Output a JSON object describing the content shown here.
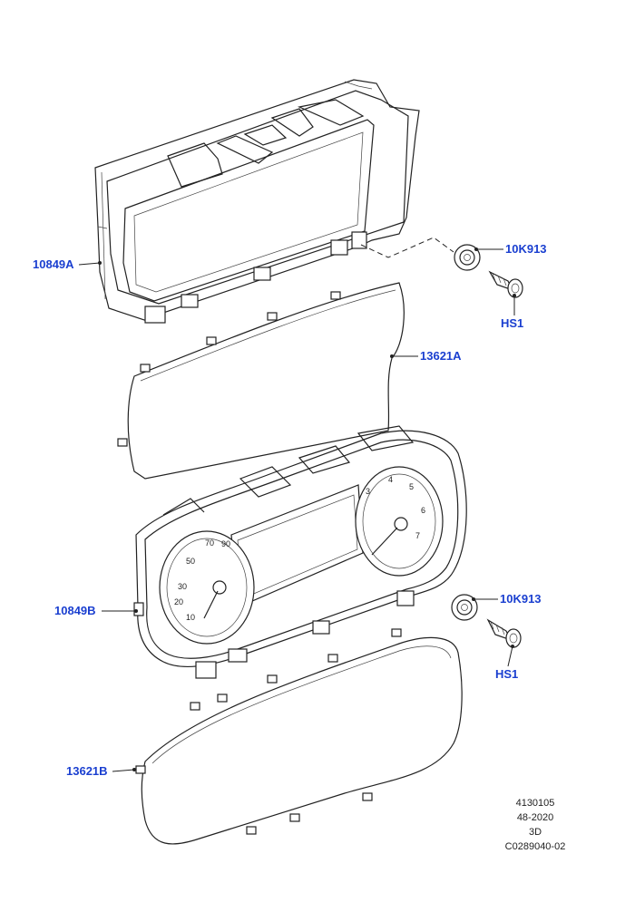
{
  "diagram": {
    "callouts": {
      "c10849A": "10849A",
      "c10K913_top": "10K913",
      "cHS1_top": "HS1",
      "c13621A": "13621A",
      "c10849B": "10849B",
      "c10K913_bottom": "10K913",
      "cHS1_bottom": "HS1",
      "c13621B": "13621B"
    },
    "gauge_numbers": {
      "speedo": [
        "10",
        "20",
        "30",
        "50",
        "70",
        "90"
      ],
      "tacho": [
        "3",
        "4",
        "5",
        "6",
        "7"
      ]
    },
    "footer": {
      "line1": "4130105",
      "line2": "48-2020",
      "line3": "3D",
      "line4": "C0289040-02"
    },
    "colors": {
      "callout": "#1a3fd0",
      "line": "#222222",
      "background": "#ffffff"
    }
  }
}
